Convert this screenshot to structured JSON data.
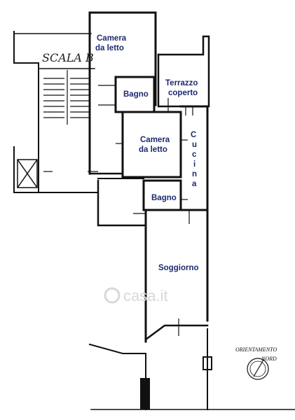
{
  "rooms": {
    "camera1": [
      "Camera",
      "da letto"
    ],
    "bagno1": "Bagno",
    "terrazzo": [
      "Terrazzo",
      "coperto"
    ],
    "camera2": [
      "Camera",
      "da letto"
    ],
    "cucina": [
      "C",
      "u",
      "c",
      "i",
      "n",
      "a"
    ],
    "bagno2": "Bagno",
    "soggiorno": "Soggiorno"
  },
  "stair_label": "SCALA B",
  "orientation": {
    "label": "ORIENTAMENTO",
    "north": "NORD"
  },
  "watermark": "casa.it",
  "colors": {
    "label": "#1e2a6e",
    "wall": "#111111"
  }
}
